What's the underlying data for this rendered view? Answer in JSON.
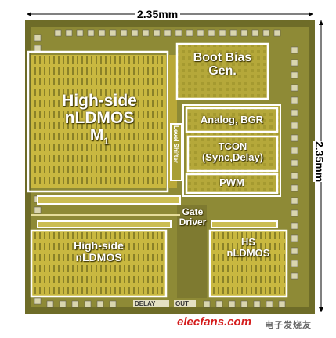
{
  "dimensions": {
    "width_label": "2.35mm",
    "height_label": "2.35mm"
  },
  "blocks": {
    "hs_main": {
      "line1": "High-side",
      "line2": "nLDMOS",
      "line3": "M",
      "sub": "1"
    },
    "boot_bias": {
      "line1": "Boot Bias",
      "line2": "Gen."
    },
    "level_shifter": {
      "text": "Level Shifter"
    },
    "analog_bgr": {
      "text": "Analog, BGR"
    },
    "tcon": {
      "line1": "TCON",
      "line2": "(Sync,Delay)"
    },
    "pwm": {
      "text": "PWM"
    },
    "gate_driver": {
      "line1": "Gate",
      "line2": "Driver"
    },
    "hs_lower": {
      "line1": "High-side",
      "line2": "nLDMOS"
    },
    "hs_small": {
      "line1": "HS",
      "line2": "nLDMOS"
    },
    "pads_bottom": {
      "delay": "DELAY",
      "out": "OUT"
    }
  },
  "watermark": {
    "brand": "elecfans.com",
    "cn": "电子发烧友"
  },
  "colors": {
    "die": "#8a8a2a",
    "metal": "#c8b63c",
    "outline": "#ffffff",
    "pad": "#d8d4a8"
  }
}
